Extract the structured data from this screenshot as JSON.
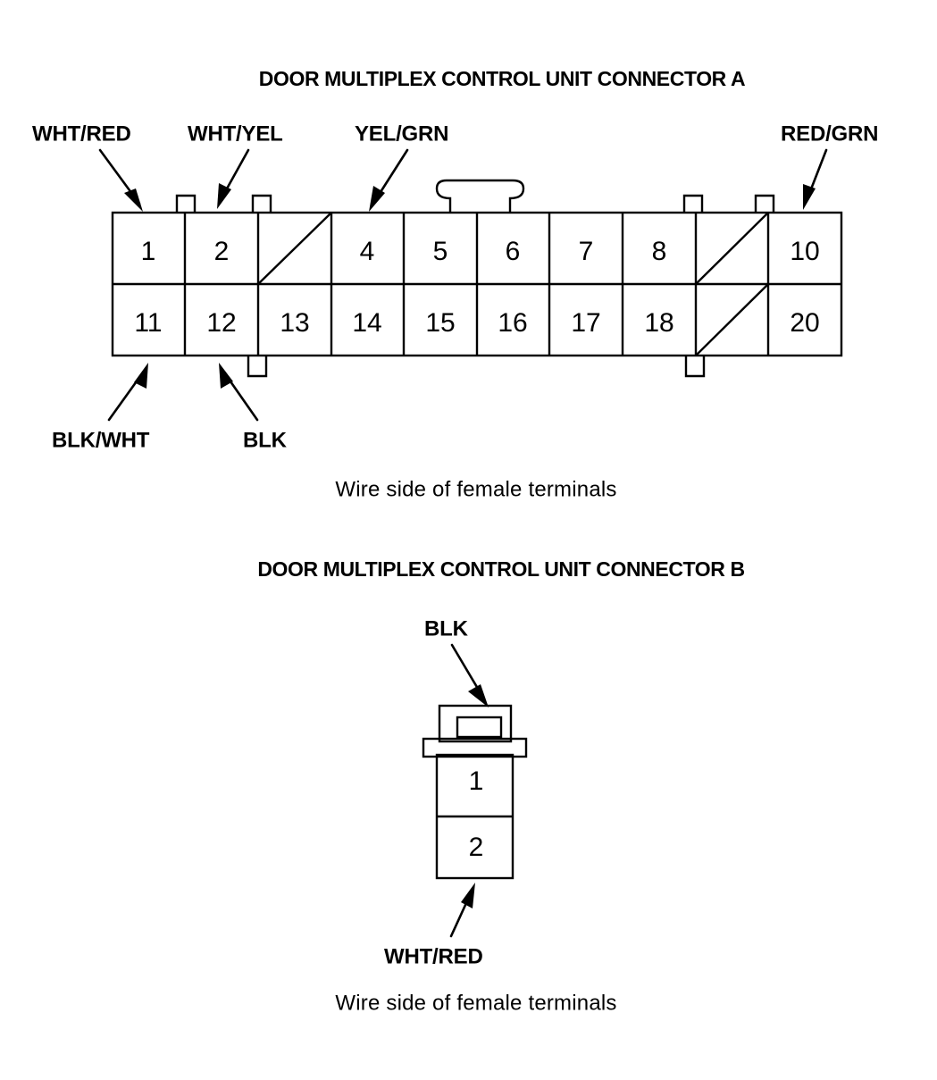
{
  "document": {
    "kind": "wiring-connector-diagram"
  },
  "connector_a": {
    "title": "DOOR MULTIPLEX CONTROL UNIT CONNECTOR A",
    "caption": "Wire side of female terminals",
    "rows": [
      [
        "1",
        "2",
        "",
        "4",
        "5",
        "6",
        "7",
        "8",
        "",
        "10"
      ],
      [
        "11",
        "12",
        "13",
        "14",
        "15",
        "16",
        "17",
        "18",
        "",
        "20"
      ]
    ],
    "blank_cells": [
      {
        "row": 0,
        "col": 2
      },
      {
        "row": 0,
        "col": 8
      },
      {
        "row": 1,
        "col": 8
      }
    ],
    "labels_top": [
      {
        "text": "WHT/RED",
        "pin": "1"
      },
      {
        "text": "WHT/YEL",
        "pin": "2"
      },
      {
        "text": "YEL/GRN",
        "pin": "4"
      },
      {
        "text": "RED/GRN",
        "pin": "10"
      }
    ],
    "labels_bottom": [
      {
        "text": "BLK/WHT",
        "pin": "11"
      },
      {
        "text": "BLK",
        "pin": "12"
      }
    ]
  },
  "connector_b": {
    "title": "DOOR MULTIPLEX CONTROL UNIT CONNECTOR B",
    "caption": "Wire side of female terminals",
    "pins": [
      "1",
      "2"
    ],
    "labels_top": [
      {
        "text": "BLK",
        "pin": "1"
      }
    ],
    "labels_bottom": [
      {
        "text": "WHT/RED",
        "pin": "2"
      }
    ]
  },
  "colors": {
    "ink": "#000000",
    "paper": "#ffffff"
  }
}
